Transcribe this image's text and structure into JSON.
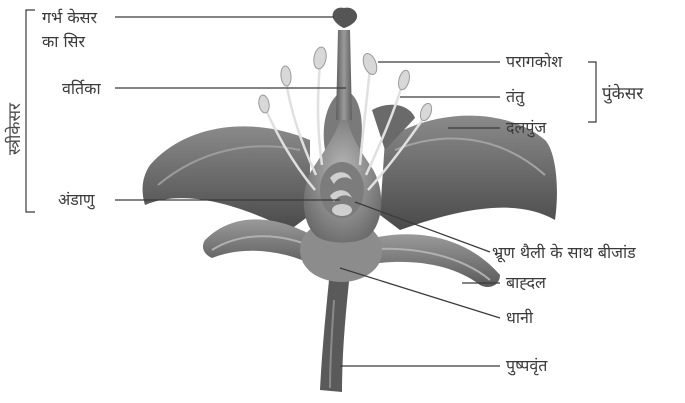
{
  "labels": {
    "stigma_line1": "गर्भ केसर",
    "stigma_line2": "का सिर",
    "pistil": "स्त्रीकेसर",
    "style": "वर्तिका",
    "ovule": "अंडाणु",
    "anther": "परागकोश",
    "filament": "तंतु",
    "stamen": "पुंकेसर",
    "petal": "दलपुंज",
    "embryo_sac": "भ्रूण थैली के साथ बीजांड",
    "sepal": "बाह्दल",
    "ovary": "धानी",
    "pedicel": "पुष्पवृंत"
  }
}
